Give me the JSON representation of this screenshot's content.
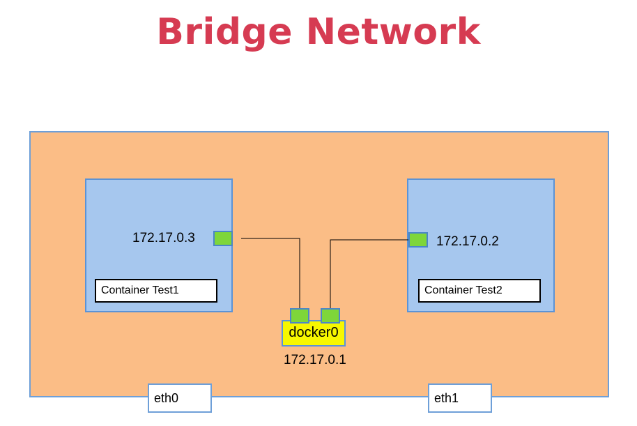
{
  "title": "Bridge Network",
  "containers": [
    {
      "name": "Container Test1",
      "ip": "172.17.0.3"
    },
    {
      "name": "Container Test2",
      "ip": "172.17.0.2"
    }
  ],
  "bridge": {
    "name": "docker0",
    "ip": "172.17.0.1"
  },
  "interfaces": [
    "eth0",
    "eth1"
  ],
  "colors": {
    "title": "#d63b52",
    "host_fill": "#fbbd86",
    "container_fill": "#a6c7ee",
    "port_fill": "#7ed63a",
    "bridge_fill": "#f7f700",
    "border": "#5b93d6"
  }
}
